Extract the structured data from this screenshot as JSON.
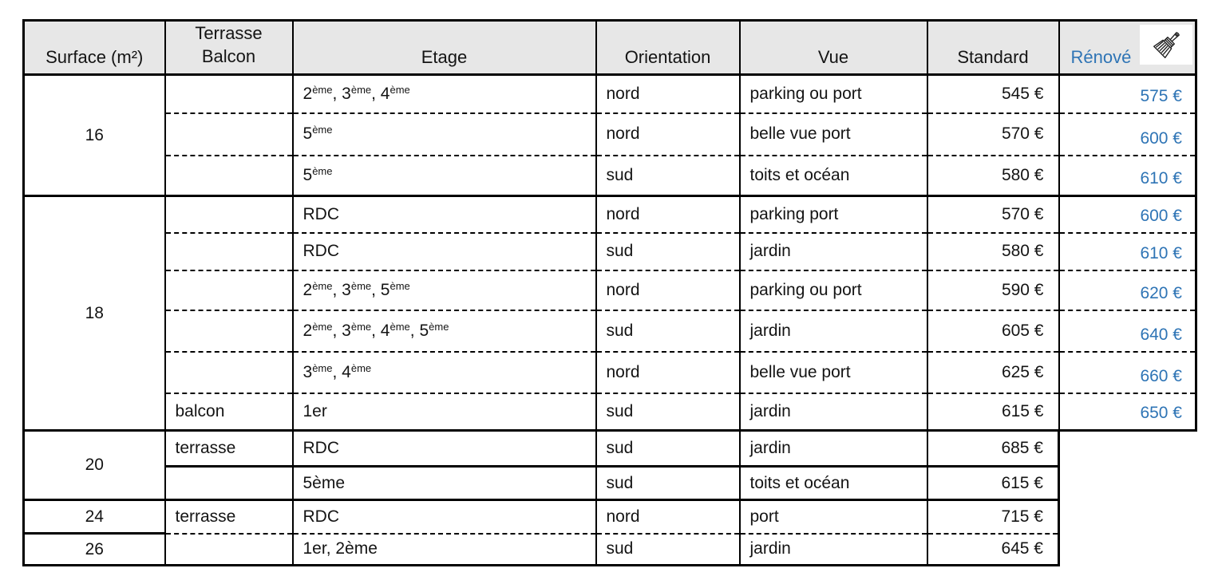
{
  "colors": {
    "renove_blue": "#2e74b5",
    "header_bg": "#e7e7e7",
    "border": "#000000"
  },
  "table": {
    "header": {
      "surface": "Surface (m²)",
      "terrasse_line1": "Terrasse",
      "terrasse_line2": "Balcon",
      "etage": "Etage",
      "orientation": "Orientation",
      "vue": "Vue",
      "standard": "Standard",
      "renove": "Rénové",
      "renove_icon": "paintbrush-icon"
    },
    "groups": [
      {
        "surface": "16",
        "rows": [
          {
            "terrasse": "",
            "etage": [
              [
                "2",
                "ème"
              ],
              [
                ", 3",
                "ème"
              ],
              [
                ", 4",
                "ème"
              ]
            ],
            "orientation": "nord",
            "vue": "parking ou port",
            "standard": "545 €",
            "renove": "575 €",
            "sep": "dashed"
          },
          {
            "terrasse": "",
            "etage": [
              [
                "5",
                "ème"
              ]
            ],
            "orientation": "nord",
            "vue": "belle vue port",
            "standard": "570 €",
            "renove": "600 €",
            "sep": "dashed"
          },
          {
            "terrasse": "",
            "etage": [
              [
                "5",
                "ème"
              ]
            ],
            "orientation": "sud",
            "vue": "toits et océan",
            "standard": "580 €",
            "renove": "610 €",
            "sep": "solid"
          }
        ]
      },
      {
        "surface": "18",
        "rows": [
          {
            "terrasse": "",
            "etage": [
              [
                "RDC",
                ""
              ]
            ],
            "orientation": "nord",
            "vue": "parking port",
            "standard": "570 €",
            "renove": "600 €",
            "sep": "dashed"
          },
          {
            "terrasse": "",
            "etage": [
              [
                "RDC",
                ""
              ]
            ],
            "orientation": "sud",
            "vue": "jardin",
            "standard": "580 €",
            "renove": "610 €",
            "sep": "dashed"
          },
          {
            "terrasse": "",
            "etage": [
              [
                "2",
                "ème"
              ],
              [
                ", 3",
                "ème"
              ],
              [
                ", 5",
                "ème"
              ]
            ],
            "orientation": "nord",
            "vue": "parking ou port",
            "standard": "590 €",
            "renove": "620 €",
            "sep": "dashed"
          },
          {
            "terrasse": "",
            "etage": [
              [
                "2",
                "ème"
              ],
              [
                ", 3",
                "ème"
              ],
              [
                ", 4",
                "ème"
              ],
              [
                ", 5",
                "ème"
              ]
            ],
            "orientation": "sud",
            "vue": "jardin",
            "standard": "605 €",
            "renove": "640 €",
            "sep": "dashed"
          },
          {
            "terrasse": "",
            "etage": [
              [
                "3",
                "ème"
              ],
              [
                ", 4",
                "ème"
              ]
            ],
            "orientation": "nord",
            "vue": "belle vue port",
            "standard": "625 €",
            "renove": "660 €",
            "sep": "dashed"
          },
          {
            "terrasse": "balcon",
            "etage": [
              [
                "1er",
                ""
              ]
            ],
            "orientation": "sud",
            "vue": "jardin",
            "standard": "615 €",
            "renove": "650 €",
            "sep": "solid"
          }
        ]
      },
      {
        "surface": "20",
        "rows": [
          {
            "terrasse": "terrasse",
            "etage": [
              [
                "RDC",
                ""
              ]
            ],
            "orientation": "sud",
            "vue": "jardin",
            "standard": "685 €",
            "renove": null,
            "sep": "solid"
          },
          {
            "terrasse": "",
            "etage": [
              [
                "5ème",
                ""
              ]
            ],
            "orientation": "sud",
            "vue": "toits et océan",
            "standard": "615 €",
            "renove": null,
            "sep": "solid"
          }
        ]
      },
      {
        "surface": "24",
        "rows": [
          {
            "terrasse": "terrasse",
            "etage": [
              [
                "RDC",
                ""
              ]
            ],
            "orientation": "nord",
            "vue": "port",
            "standard": "715 €",
            "renove": null,
            "sep": "dashed"
          }
        ]
      },
      {
        "surface": "26",
        "rows": [
          {
            "terrasse": "",
            "etage": [
              [
                "1er, 2ème",
                ""
              ]
            ],
            "orientation": "sud",
            "vue": "jardin",
            "standard": "645 €",
            "renove": null,
            "sep": "outer"
          }
        ]
      }
    ]
  }
}
